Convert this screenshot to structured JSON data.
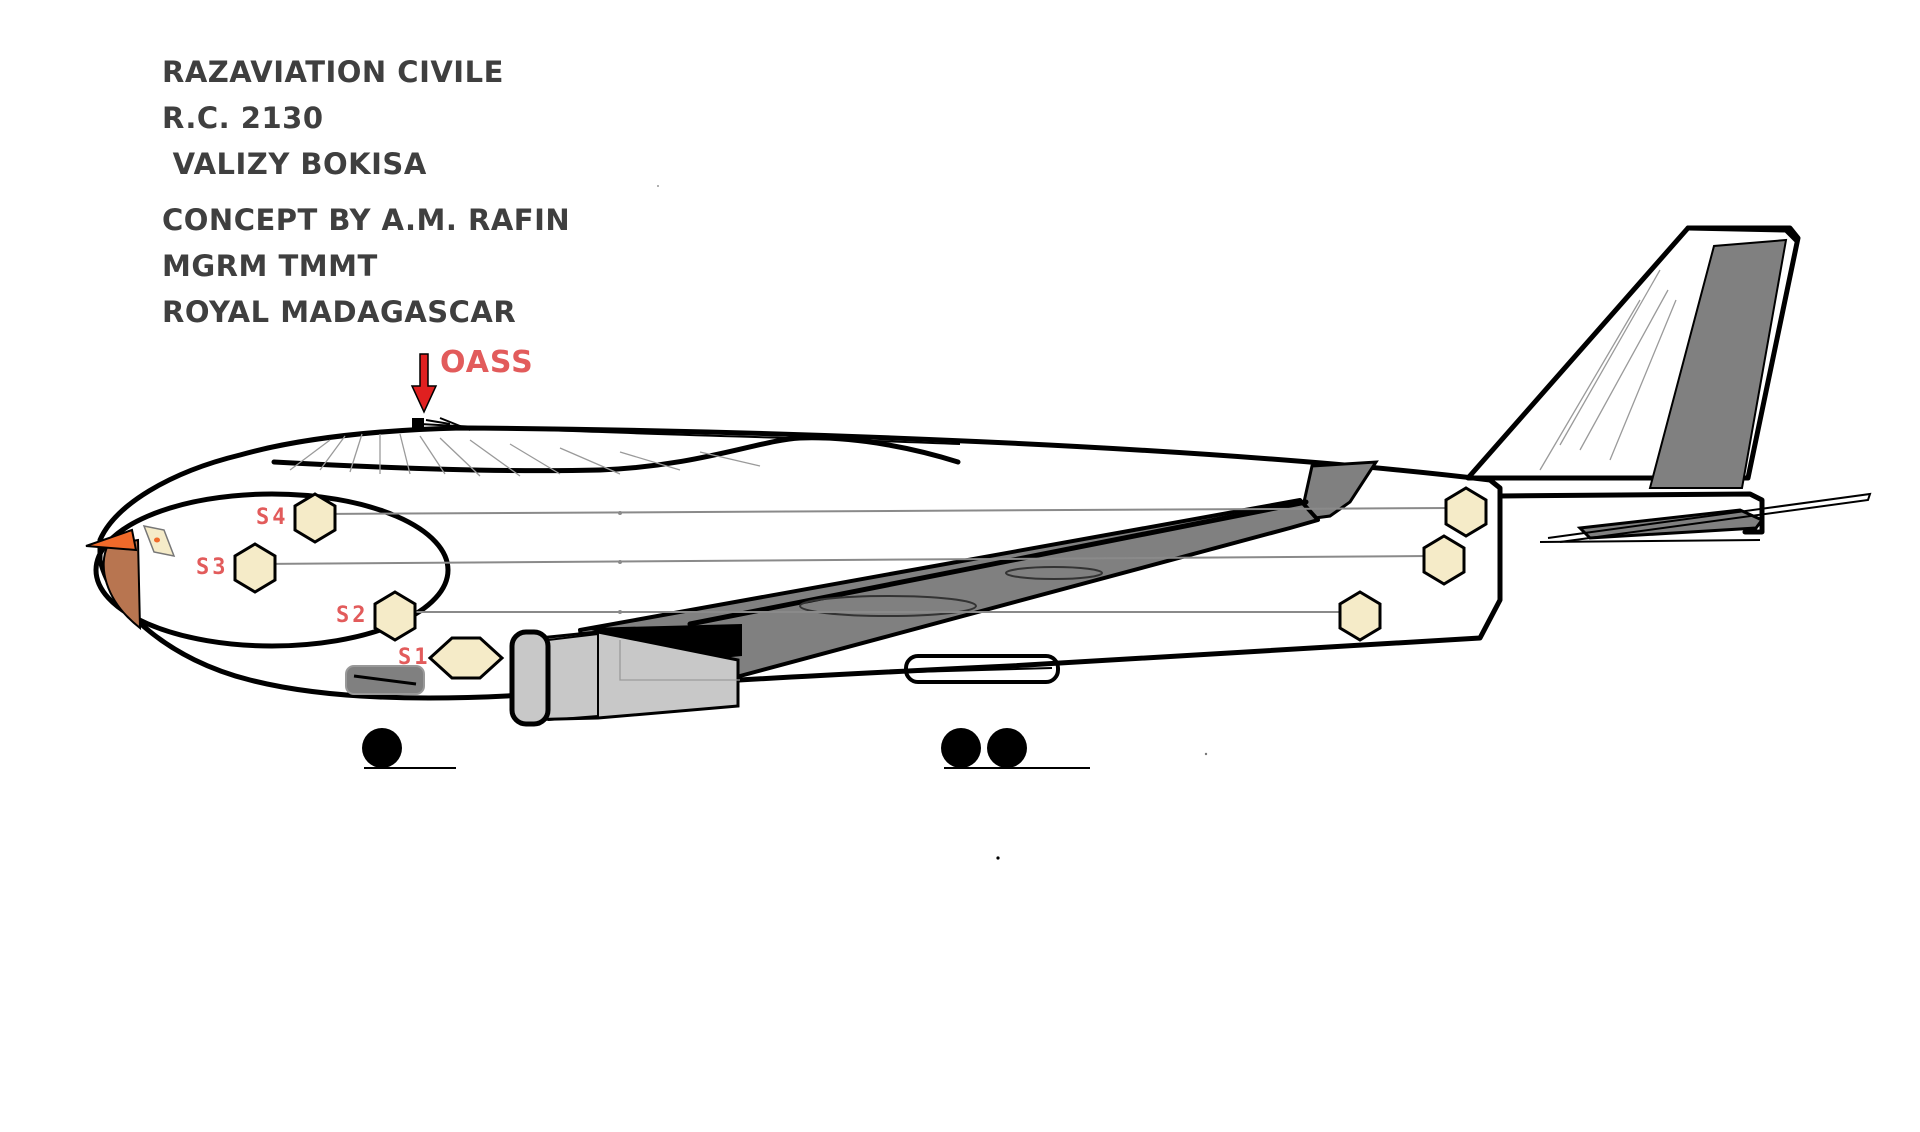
{
  "caption_lines": [
    "RAZAVIATION CIVILE",
    "R.C.  2130",
    " VALIZY BOKISA",
    "CONCEPT BY A.M. RAFIN",
    "MGRM TMMT",
    "ROYAL MADAGASCAR"
  ],
  "callouts": {
    "oass_label": "OASS"
  },
  "stations": [
    "S4",
    "S3",
    "S2",
    "S1"
  ],
  "colors": {
    "caption_text": "#3f3f3f",
    "label_red": "#e25b5b",
    "arrow_red": "#e02020",
    "wing_gray": "#808080",
    "engine_gray": "#c8c8c8",
    "tank_fill": "#f5ebc8",
    "nose_brown": "#b87550",
    "nose_orange": "#f06a2a"
  }
}
